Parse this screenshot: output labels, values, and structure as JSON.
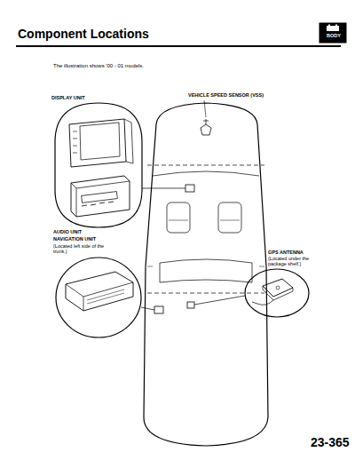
{
  "diagram": {
    "title": "Component Locations",
    "labels": [
      "BODY",
      "The illustration shows '00 - 01 models.",
      "VEHICLE SPEED SENSOR (VSS)",
      "DISPLAY UNIT",
      "AUDIO UNIT",
      "NAVIGATION UNIT",
      "(Located left side of the trunk.)",
      "GPS ANTENNA",
      "(Located under the package shelf.)",
      "23-365"
    ]
  }
}
